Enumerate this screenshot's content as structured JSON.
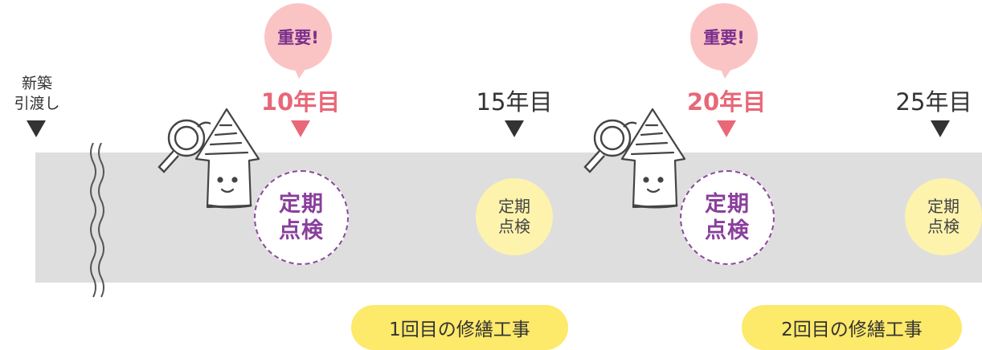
{
  "start_label": {
    "line1": "新築",
    "line2": "引渡し"
  },
  "milestones": [
    {
      "year": "10年目",
      "important": true,
      "badge": "重要!",
      "circle_line1": "定期",
      "circle_line2": "点検"
    },
    {
      "year": "15年目",
      "important": false,
      "circle_line1": "定期",
      "circle_line2": "点検"
    },
    {
      "year": "20年目",
      "important": true,
      "badge": "重要!",
      "circle_line1": "定期",
      "circle_line2": "点検"
    },
    {
      "year": "25年目",
      "important": false,
      "circle_line1": "定期",
      "circle_line2": "点検"
    }
  ],
  "repairs": [
    {
      "label": "1回目の修繕工事"
    },
    {
      "label": "2回目の修繕工事"
    }
  ],
  "colors": {
    "band": "#dedede",
    "important_text": "#e86878",
    "badge_bubble": "#fbc4c4",
    "circle_major_border": "#8a4c9b",
    "circle_minor_fill": "#fdf3ad",
    "repair_pill": "#fde96a"
  },
  "icons": [
    "house-inspector-illustration",
    "magnifier-icon",
    "wavy-break-icon"
  ]
}
